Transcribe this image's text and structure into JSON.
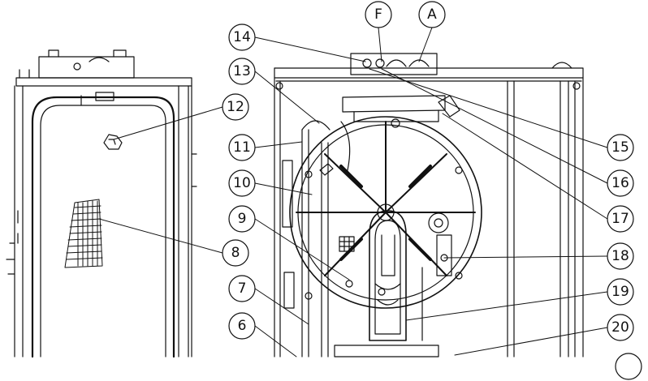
{
  "callouts": {
    "c14": "14",
    "c13": "13",
    "c12": "12",
    "c11": "11",
    "c10": "10",
    "c9": "9",
    "c8": "8",
    "c7": "7",
    "c6": "6",
    "cF": "F",
    "cA": "A",
    "c15": "15",
    "c16": "16",
    "c17": "17",
    "c18": "18",
    "c19": "19",
    "c20": "20"
  },
  "colors": {
    "line": "#111111",
    "background": "#ffffff"
  }
}
